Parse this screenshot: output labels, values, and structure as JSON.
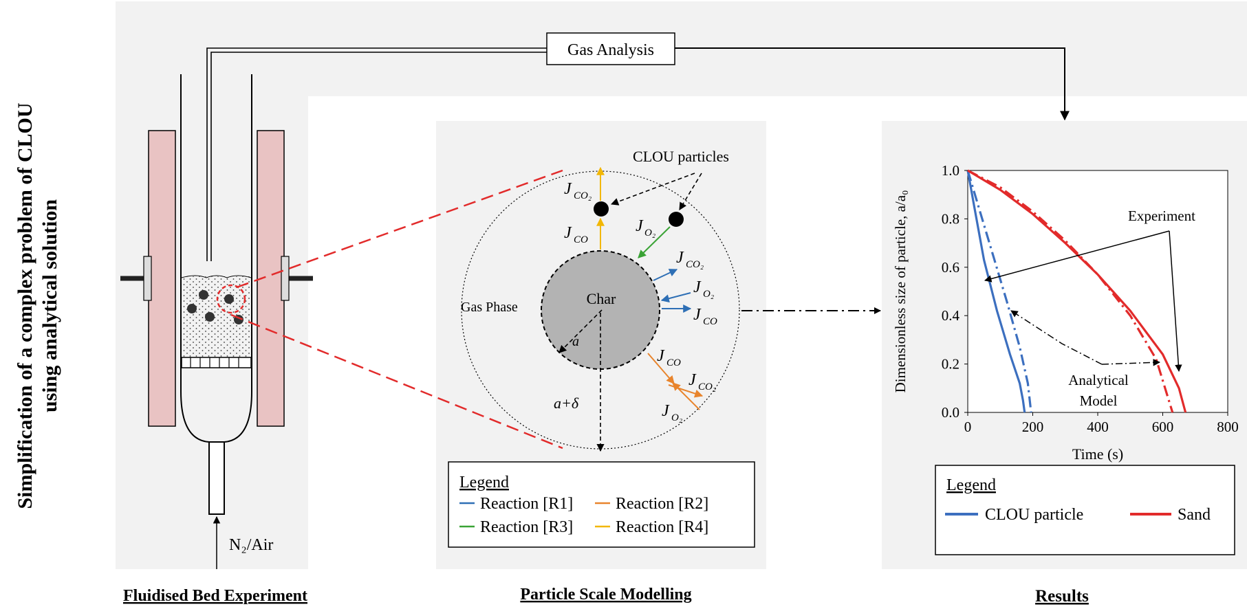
{
  "side_title": {
    "line1": "Simplification of a complex problem of CLOU",
    "line2": "using analytical solution"
  },
  "gas_analysis_label": "Gas Analysis",
  "captions": {
    "experiment": "Fluidised Bed Experiment",
    "modelling": "Particle Scale Modelling",
    "results": "Results"
  },
  "experiment": {
    "inlet_label": "N₂/Air"
  },
  "particle_model": {
    "clou_particles_label": "CLOU particles",
    "gas_phase_label": "Gas Phase",
    "char_label": "Char",
    "radius_label": "a",
    "film_radius_label": "a+δ",
    "flux_labels": {
      "jco2": "J",
      "jco2_sub": "CO₂",
      "jco": "J",
      "jco_sub": "CO",
      "jo2": "J",
      "jo2_sub": "O₂"
    },
    "legend": {
      "title": "Legend",
      "items": [
        {
          "label": "Reaction [R1]",
          "color": "#2e6fb5"
        },
        {
          "label": "Reaction [R2]",
          "color": "#e8842c"
        },
        {
          "label": "Reaction [R3]",
          "color": "#3aa335"
        },
        {
          "label": "Reaction [R4]",
          "color": "#f2b705"
        }
      ]
    }
  },
  "chart_data": {
    "type": "line",
    "title": "",
    "xlabel": "Time (s)",
    "ylabel": "Dimensionless size of particle, a/a₀",
    "xlim": [
      0,
      800
    ],
    "ylim": [
      0,
      1.0
    ],
    "xticks": [
      "0",
      "200",
      "400",
      "600",
      "800"
    ],
    "yticks": [
      "0.0",
      "0.2",
      "0.4",
      "0.6",
      "0.8",
      "1.0"
    ],
    "grid": false,
    "series": [
      {
        "name": "CLOU particle",
        "kind": "Experiment",
        "style": "solid",
        "color": "#3c6fbf",
        "x": [
          0,
          20,
          50,
          90,
          130,
          160,
          170,
          175
        ],
        "y": [
          1.0,
          0.85,
          0.63,
          0.42,
          0.24,
          0.12,
          0.05,
          0.0
        ]
      },
      {
        "name": "CLOU particle",
        "kind": "Analytical Model",
        "style": "dashdot",
        "color": "#3c6fbf",
        "x": [
          0,
          40,
          80,
          120,
          160,
          185,
          195
        ],
        "y": [
          1.0,
          0.82,
          0.64,
          0.46,
          0.27,
          0.12,
          0.0
        ]
      },
      {
        "name": "Sand",
        "kind": "Experiment",
        "style": "solid",
        "color": "#e22b2b",
        "x": [
          0,
          100,
          200,
          300,
          400,
          500,
          600,
          650,
          670
        ],
        "y": [
          1.0,
          0.92,
          0.82,
          0.7,
          0.57,
          0.42,
          0.24,
          0.1,
          0.0
        ]
      },
      {
        "name": "Sand",
        "kind": "Analytical Model",
        "style": "dashdot",
        "color": "#e22b2b",
        "x": [
          0,
          100,
          200,
          300,
          400,
          500,
          580,
          630
        ],
        "y": [
          1.0,
          0.93,
          0.83,
          0.71,
          0.57,
          0.4,
          0.22,
          0.0
        ]
      }
    ],
    "annotations": [
      "Experiment",
      "Analytical",
      "Model"
    ],
    "legend": {
      "title": "Legend",
      "entries": [
        {
          "label": "CLOU particle",
          "color": "#3c6fbf"
        },
        {
          "label": "Sand",
          "color": "#e22b2b"
        }
      ]
    }
  },
  "colors": {
    "panel_bg": "#f2f2f2",
    "heater": "#e9c3c3",
    "char": "#b3b3b3",
    "red_dash": "#e22b2b"
  }
}
